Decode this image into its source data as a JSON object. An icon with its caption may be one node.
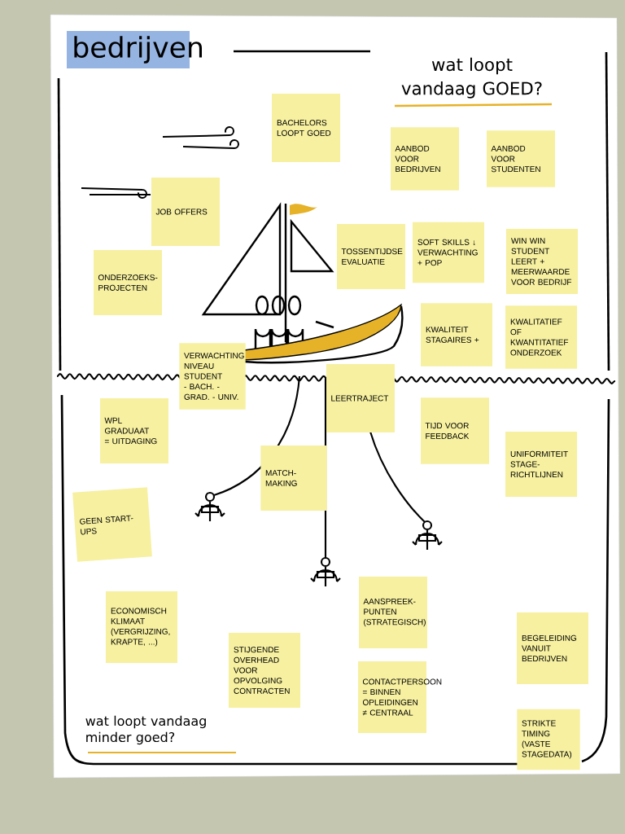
{
  "diagram": {
    "title": "bedrijven",
    "nodes": [
      {
        "text": [
          "BACHELORS LOOPT GOED"
        ]
      },
      {
        "text": [
          "AANBOD VOOR BEDRIJVEN"
        ]
      },
      {
        "text": [
          "AANBOD VOOR STUDENTEN"
        ]
      },
      {
        "text": [
          "JOB OFFERS"
        ]
      },
      {
        "text": [
          "ONDERZOEKS-PROJECTEN"
        ]
      },
      {
        "text": [
          "TOSSENTIJDSE EVALUATIE"
        ]
      },
      {
        "text": [
          "SOFT SKILLS ↓ VERWACHTING + POP"
        ]
      },
      {
        "text": [
          "WIN WIN STUDENT LEERT + MEERWAARDE VOOR BEDRIJF"
        ]
      },
      {
        "text": [
          "KWALITEIT STAGAIRES +"
        ]
      },
      {
        "text": [
          "KWALITATIEF OF KWANTITATIEF ONDERZOEK"
        ]
      },
      {
        "text": [
          "VERWACHTING NIVEAU STUDENT - BACH. - GRAD. - UNIV."
        ]
      },
      {
        "text": [
          "LEERTRAJECT"
        ]
      },
      {
        "text": [
          "WPL GRADUAAT = UITDAGING"
        ]
      },
      {
        "text": [
          "TIJD VOOR FEEDBACK"
        ]
      },
      {
        "text": [
          "UNIFORMITEIT STAGE-RICHTLIJNEN"
        ]
      },
      {
        "text": [
          "MATCH-MAKING"
        ]
      },
      {
        "text": [
          "GEEN START-UPS"
        ]
      },
      {
        "text": [
          "ECONOMISCH KLIMAAT (VERGRIJZING, KRAPTE, ...)"
        ]
      },
      {
        "text": [
          "AANSPREEK-PUNTEN (STRATEGISCH)"
        ]
      },
      {
        "text": [
          "BEGELEIDING VANUIT BEDRIJVEN"
        ]
      },
      {
        "text": [
          "STIJGENDE OVERHEAD VOOR OPVOLGING CONTRACTEN"
        ]
      },
      {
        "text": [
          "CONTACTPERSOON = BINNEN OPLEIDINGEN ≠ CENTRAAL"
        ]
      },
      {
        "text": [
          "STRIKTE TIMING (VASTE STAGEDATA)"
        ]
      }
    ],
    "labels": [
      "wat loopt vandaag GOED?",
      "wat loopt vandaag minder goed?"
    ]
  }
}
